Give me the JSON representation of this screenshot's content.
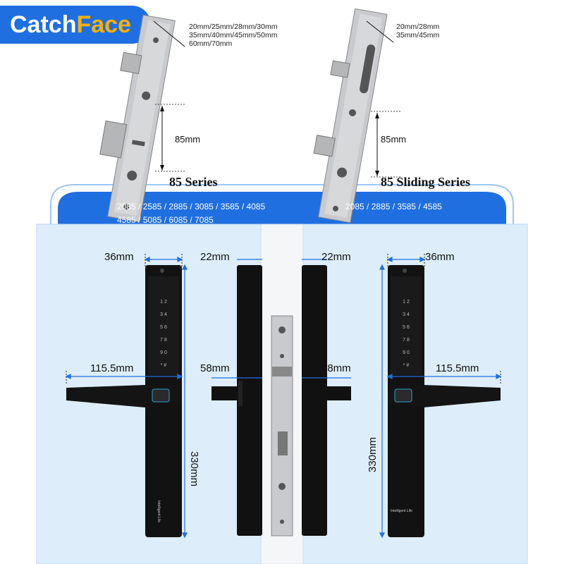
{
  "brand": {
    "prefix": "Catch",
    "accent": "Face"
  },
  "series_left": {
    "title": "85 Series",
    "backset_sizes": [
      "20mm/25mm/28mm/30mm",
      "35mm/40mm/45mm/50mm",
      "60mm/70mm"
    ],
    "center_distance": "85mm",
    "models_line1": "2085 / 2585 / 2885 / 3085 / 3585 / 4085",
    "models_line2": "4585 / 5085 / 6085 / 7085"
  },
  "series_right": {
    "title": "85 Sliding Series",
    "backset_sizes": [
      "20mm/28mm",
      "35mm/45mm"
    ],
    "center_distance": "85mm",
    "models_line1": "2085 / 2885 / 3585 / 4585"
  },
  "dimensions": {
    "panel_width": "36mm",
    "door_offset": "22mm",
    "handle_length": "115.5mm",
    "handle_projection": "58mm",
    "panel_height": "330mm"
  },
  "keypad": {
    "row1": "1 2",
    "row2": "3 4",
    "row3": "5 6",
    "row4": "7 8",
    "row5": "9 0",
    "row6": "* #"
  },
  "panel_brand": "Intelligent Life",
  "colors": {
    "brand_blue": "#1f6fe0",
    "brand_accent": "#ffb000",
    "panel_bg": "#ddeefa",
    "lock_body": "#111111",
    "dim_line": "#1f6fe0"
  }
}
